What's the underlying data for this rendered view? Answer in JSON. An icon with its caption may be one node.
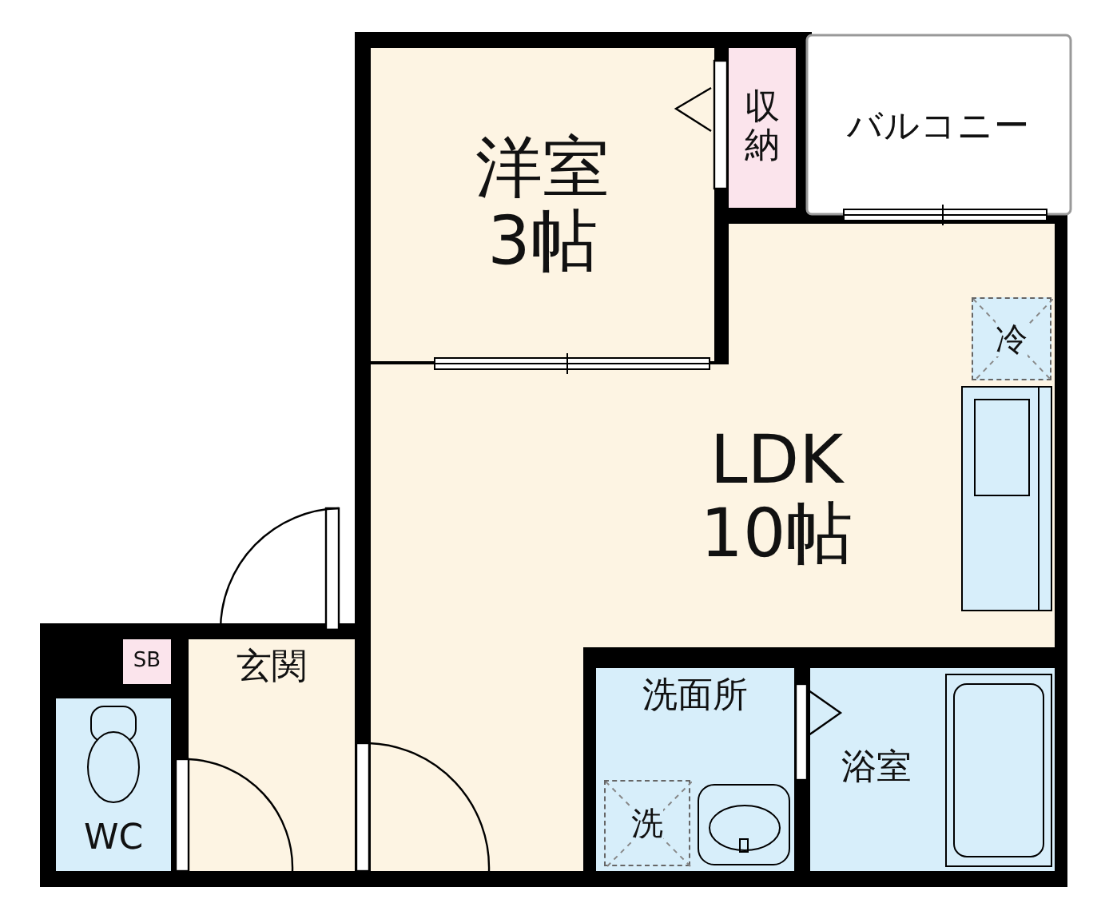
{
  "diagram": {
    "nodes": [
      {
        "text": [
          "洋室",
          "3帖"
        ]
      },
      {
        "text": [
          "収納"
        ]
      },
      {
        "text": [
          "バルコニー"
        ]
      },
      {
        "text": [
          "LDK",
          "10帖"
        ]
      },
      {
        "text": [
          "冷"
        ],
        "in": 3
      },
      {
        "text": [
          "SB"
        ]
      },
      {
        "text": [
          "玄関"
        ]
      },
      {
        "text": [
          "WC"
        ]
      },
      {
        "text": [
          "洗面所"
        ]
      },
      {
        "text": [
          "洗"
        ],
        "in": 8
      },
      {
        "text": [
          "浴室"
        ]
      }
    ]
  }
}
